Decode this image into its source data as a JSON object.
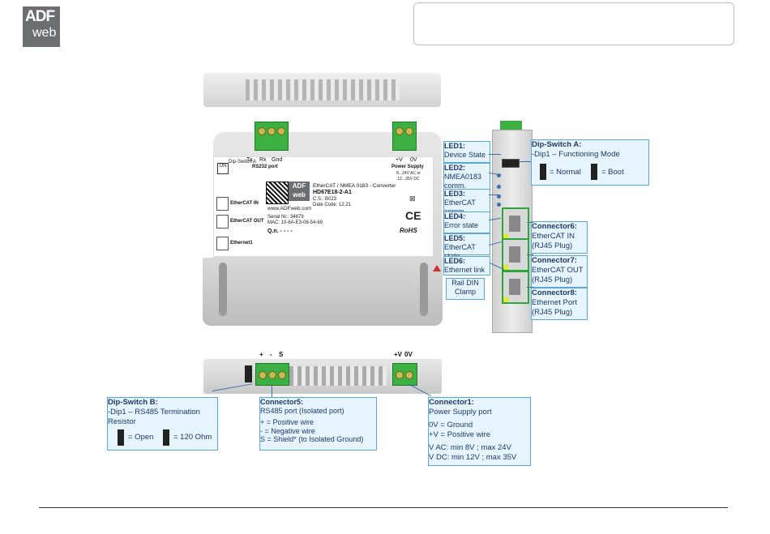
{
  "logo": {
    "line1": "ADF",
    "line2": "web"
  },
  "device": {
    "top_labels": {
      "tx": "Tx",
      "rx": "Rx",
      "gnd": "Gnd",
      "rs232": "RS232 port",
      "plus_v": "+V",
      "zero_v": "0V",
      "power_supply": "Power Supply",
      "supply_range": "8...24V AC or 12...35V DC"
    },
    "dip_small": {
      "a": "Dip-Switch A",
      "on": "ON"
    },
    "product_line": "EtherCAT / NMEA 0183 - Converter",
    "product_code": "HD67E18-2-A1",
    "cs": "C.S.: B023",
    "date_code": "Date Code: 12.21",
    "url": "www.ADFweb.com",
    "serial": "Serial Nr.: 34879",
    "mac": "MAC: 10-6A-E3-08-54-69",
    "qn": "Q.n.  - - - -",
    "ce": "CE",
    "rohs": "RoHS",
    "port_labels": [
      "EtherCAT IN",
      "EtherCAT OUT",
      "Ethernet1"
    ],
    "bottom_labels": {
      "plus": "+",
      "minus": "-",
      "s": "S",
      "plus_v": "+V",
      "zero_v": "0V"
    }
  },
  "annotations": {
    "led1": {
      "title": "LED1:",
      "text": "Device State"
    },
    "led2": {
      "title": "LED2:",
      "line1": "NMEA0183",
      "line2": "comm."
    },
    "led3": {
      "title": "LED3:",
      "line1": "EtherCAT",
      "line2": "comm."
    },
    "led4": {
      "title": "LED4:",
      "text": "Error state"
    },
    "led5": {
      "title": "LED5:",
      "text": "EtherCAT state"
    },
    "led6": {
      "title": "LED6:",
      "text": "Ethernet link"
    },
    "rail": {
      "line1": "Rail DIN",
      "line2": "Clamp"
    },
    "dip_a": {
      "title": "Dip-Switch A:",
      "text": "-Dip1 – Functioning Mode",
      "normal": "= Normal",
      "boot": "= Boot"
    },
    "conn6": {
      "title": "Connector6:",
      "line1": "EtherCAT IN",
      "line2": "(RJ45 Plug)"
    },
    "conn7": {
      "title": "Connector7:",
      "line1": "EtherCAT OUT",
      "line2": "(RJ45 Plug)"
    },
    "conn8": {
      "title": "Connector8:",
      "line1": "Ethernet Port",
      "line2": "(RJ45 Plug)"
    },
    "dip_b": {
      "title": "Dip-Switch B:",
      "line1": "-Dip1 – RS485 Termination",
      "line2": "Resistor",
      "open": "= Open",
      "ohm": "= 120 Ohm"
    },
    "conn5": {
      "title": "Connector5:",
      "line1": "RS485 port (Isolated port)",
      "l2": "+ = Positive wire",
      "l3": " - = Negative wire",
      "l4": "S = Shield* (to Isolated Ground)"
    },
    "conn1": {
      "title": "Connector1:",
      "line1": "Power Supply port",
      "l2": "0V = Ground",
      "l3": "+V = Positive wire",
      "l4": "V AC: min 8V ; max 24V",
      "l5": "V DC: min 12V ; max 35V"
    }
  }
}
